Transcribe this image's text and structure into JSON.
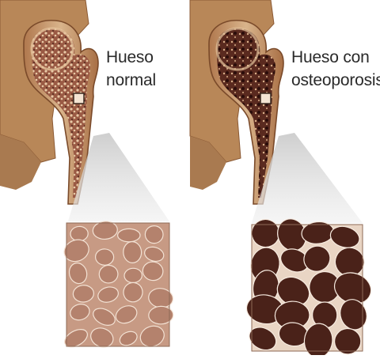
{
  "labels": {
    "normal": {
      "line1": "Hueso",
      "line2": "normal"
    },
    "osteoporosis": {
      "line1": "Hueso con",
      "line2": "osteoporosis"
    }
  },
  "colors": {
    "bone_outer": "#c9a178",
    "bone_edge": "#8a5a36",
    "marrow": "#8e4a38",
    "marrow_dark": "#4e1d18",
    "hip_tissue": "#b98a5e",
    "zoom_bg": "#e9d3c2",
    "trabecula": "#f5e6da",
    "pore_normal": "#b4826d",
    "pore_osteo": "#4a2219"
  }
}
